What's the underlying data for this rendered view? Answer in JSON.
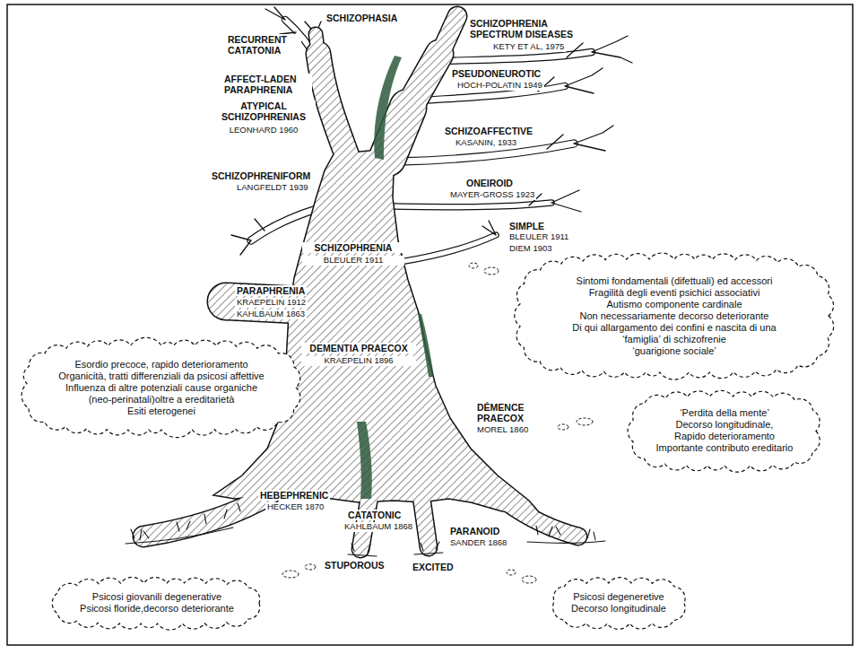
{
  "diagram": {
    "nodes": [
      {
        "text": [
          "Sintomi fondamentali (difettuali) ed accessori",
          "Fragilità degli eventi psichici associativi",
          "Autismo componente cardinale",
          "Non necessariamente decorso deteriorante",
          "Di qui allargamento dei confini e nascita di una ‘famiglia’ di schizofrenie",
          "‘guarigione sociale’"
        ]
      },
      {
        "text": [
          "Esordio precoce, rapido deterioramento",
          "Organicità, tratti differenziali da psicosi affettive",
          "Influenza di altre potenziali cause organiche (neo-perinatali)oltre a ereditarietà",
          "Esiti eterogenei"
        ]
      },
      {
        "text": [
          "‘Perdita della mente’",
          "Decorso longitudinale,",
          "Rapido deterioramento",
          "Importante contributo ereditario"
        ]
      },
      {
        "text": [
          "Psicosi giovanili degenerative",
          "Psicosi floride,decorso deteriorante"
        ]
      },
      {
        "text": [
          "Psicosi degeneretive",
          "Decorso longitudinale"
        ]
      }
    ],
    "labels": [
      "SCHIZOPHASIA",
      "RECURRENT CATATONIA",
      "AFFECT-LADEN PARAPHRENIA",
      "SCHIZOPHRENIA SPECTRUM DISEASES",
      "KETY ET AL, 1975",
      "PSEUDONEUROTIC",
      "HOCH-POLATIN 1949",
      "ATYPICAL SCHIZOPHRENIAS",
      "LEONHARD 1960",
      "SCHIZOAFFECTIVE",
      "KASANIN, 1933",
      "SCHIZOPHRENIFORM",
      "LANGFELDT 1939",
      "ONEIROID",
      "MAYER-GROSS 1923",
      "SIMPLE",
      "BLEULER 1911",
      "DIEM 1903",
      "SCHIZOPHRENIA",
      "BLEULER 1911",
      "PARAPHRENIA",
      "KRAEPELIN 1912",
      "KAHLBAUM 1863",
      "DEMENTIA PRAECOX",
      "KRAEPELIN 1896",
      "DÉMENCE PRAECOX",
      "MOREL 1860",
      "HEBEPHRENIC",
      "HECKER 1870",
      "CATATONIC",
      "KAHLBAUM 1868",
      "PARANOID",
      "SANDER 1868",
      "STUPOROUS",
      "EXCITED"
    ]
  }
}
